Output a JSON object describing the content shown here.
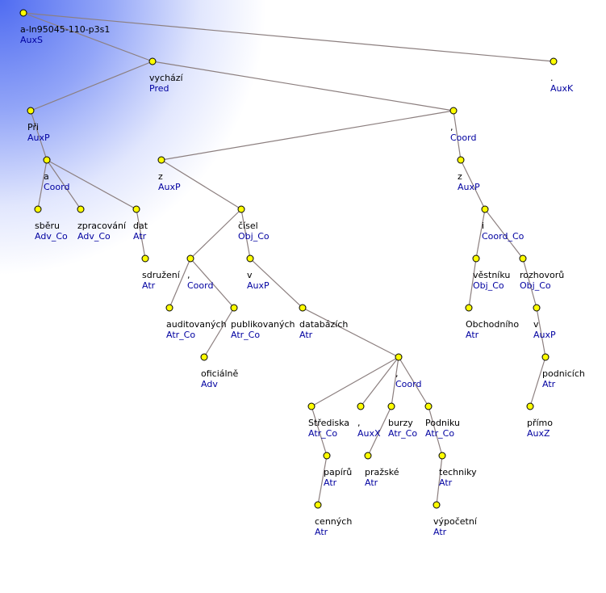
{
  "colors": {
    "edge": "#8c7f7f",
    "node_fill": "#ffff00",
    "node_stroke": "#000000",
    "form": "#000000",
    "afun": "#0000a0"
  },
  "nodes": [
    {
      "id": "root",
      "form": "a-ln95045-110-p3s1",
      "afun": "AuxS"
    },
    {
      "id": "vychazi",
      "form": "vychází",
      "afun": "Pred",
      "parent": "root"
    },
    {
      "id": "period",
      "form": ".",
      "afun": "AuxK",
      "parent": "root"
    },
    {
      "id": "pri",
      "form": "Při",
      "afun": "AuxP",
      "parent": "vychazi"
    },
    {
      "id": "comma1",
      "form": ",",
      "afun": "Coord",
      "parent": "vychazi"
    },
    {
      "id": "a",
      "form": "a",
      "afun": "Coord",
      "parent": "pri"
    },
    {
      "id": "sberu",
      "form": "sběru",
      "afun": "Adv_Co",
      "parent": "a"
    },
    {
      "id": "zpracovani",
      "form": "zpracování",
      "afun": "Adv_Co",
      "parent": "a"
    },
    {
      "id": "dat",
      "form": "dat",
      "afun": "Atr",
      "parent": "a"
    },
    {
      "id": "sdruzeni",
      "form": "sdružení",
      "afun": "Atr",
      "parent": "dat"
    },
    {
      "id": "z1",
      "form": "z",
      "afun": "AuxP",
      "parent": "comma1"
    },
    {
      "id": "z2",
      "form": "z",
      "afun": "AuxP",
      "parent": "comma1"
    },
    {
      "id": "cisel",
      "form": "čísel",
      "afun": "Obj_Co",
      "parent": "z1"
    },
    {
      "id": "comma2",
      "form": ",",
      "afun": "Coord",
      "parent": "cisel"
    },
    {
      "id": "auditovanych",
      "form": "auditovaných",
      "afun": "Atr_Co",
      "parent": "comma2"
    },
    {
      "id": "publikovanych",
      "form": "publikovaných",
      "afun": "Atr_Co",
      "parent": "comma2"
    },
    {
      "id": "oficialne",
      "form": "oficiálně",
      "afun": "Adv",
      "parent": "publikovanych"
    },
    {
      "id": "v1",
      "form": "v",
      "afun": "AuxP",
      "parent": "cisel"
    },
    {
      "id": "databazich",
      "form": "databázích",
      "afun": "Atr",
      "parent": "v1"
    },
    {
      "id": "comma3",
      "form": ",",
      "afun": "Coord",
      "parent": "databazich"
    },
    {
      "id": "strediska",
      "form": "Střediska",
      "afun": "Atr_Co",
      "parent": "comma3"
    },
    {
      "id": "comma4",
      "form": ",",
      "afun": "AuxX",
      "parent": "comma3"
    },
    {
      "id": "burzy",
      "form": "burzy",
      "afun": "Atr_Co",
      "parent": "comma3"
    },
    {
      "id": "podniku",
      "form": "Podniku",
      "afun": "Atr_Co",
      "parent": "comma3"
    },
    {
      "id": "papiru",
      "form": "papírů",
      "afun": "Atr",
      "parent": "strediska"
    },
    {
      "id": "cennych",
      "form": "cenných",
      "afun": "Atr",
      "parent": "papiru"
    },
    {
      "id": "prazske",
      "form": "pražské",
      "afun": "Atr",
      "parent": "burzy"
    },
    {
      "id": "techniky",
      "form": "techniky",
      "afun": "Atr",
      "parent": "podniku"
    },
    {
      "id": "vypocetni",
      "form": "výpočetní",
      "afun": "Atr",
      "parent": "techniky"
    },
    {
      "id": "i",
      "form": "i",
      "afun": "Coord_Co",
      "parent": "z2"
    },
    {
      "id": "vestniku",
      "form": "věstníku",
      "afun": "Obj_Co",
      "parent": "i"
    },
    {
      "id": "rozhovoru",
      "form": "rozhovorů",
      "afun": "Obj_Co",
      "parent": "i"
    },
    {
      "id": "obchodniho",
      "form": "Obchodního",
      "afun": "Atr",
      "parent": "vestniku"
    },
    {
      "id": "v2",
      "form": "v",
      "afun": "AuxP",
      "parent": "rozhovoru"
    },
    {
      "id": "podnicich",
      "form": "podnicích",
      "afun": "Atr",
      "parent": "v2"
    },
    {
      "id": "primo",
      "form": "přímo",
      "afun": "AuxZ",
      "parent": "podnicich"
    }
  ]
}
